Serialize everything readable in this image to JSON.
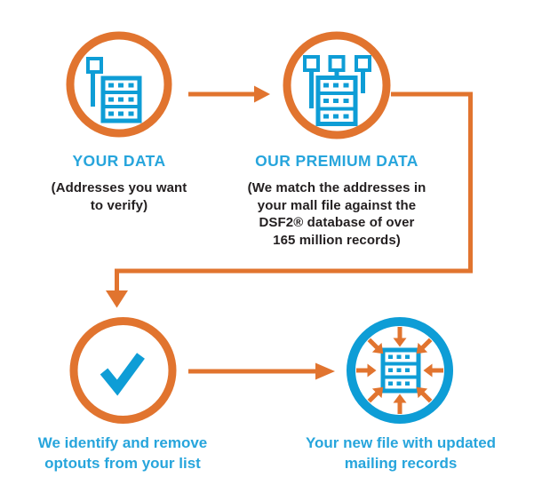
{
  "colors": {
    "orange": "#E1742F",
    "icon_blue": "#0E9DD6",
    "text_blue": "#27A5DC",
    "dark_text": "#231F20",
    "bg": "#FFFFFF"
  },
  "steps": [
    {
      "id": "your-data",
      "icon": "server-with-plug-icon",
      "title": "YOUR DATA",
      "caption_lines": [
        "(Addresses you want",
        "to verify)"
      ]
    },
    {
      "id": "our-premium-data",
      "icon": "server-with-three-plugs-icon",
      "title": "OUR PREMIUM DATA",
      "caption_lines": [
        "(We match the addresses in",
        "your mall file against the",
        "DSF2® database of over",
        "165 million records)"
      ]
    },
    {
      "id": "identify-remove",
      "icon": "checkmark-icon",
      "label_lines": [
        "We identify and remove",
        "optouts from your list"
      ]
    },
    {
      "id": "new-file",
      "icon": "server-with-inward-arrows-icon",
      "label_lines": [
        "Your new file with updated",
        "mailing records"
      ]
    }
  ]
}
